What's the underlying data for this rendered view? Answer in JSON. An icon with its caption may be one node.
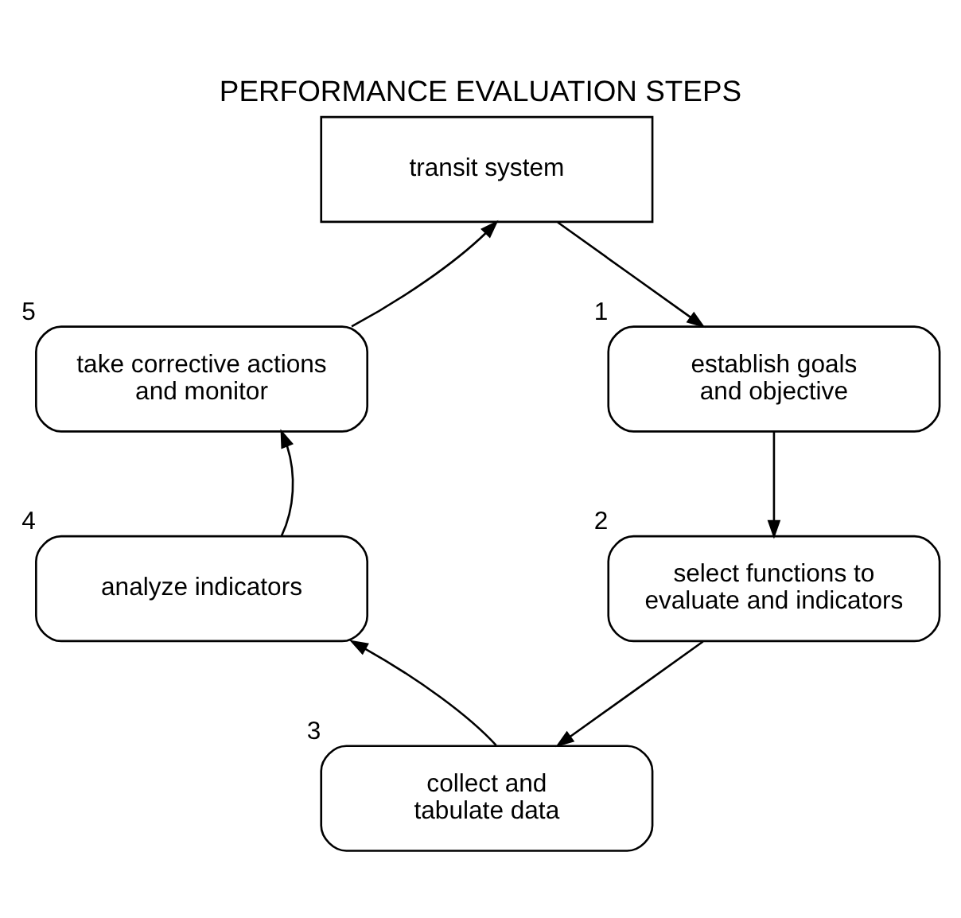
{
  "diagram": {
    "title": "PERFORMANCE EVALUATION STEPS",
    "nodes": [
      {
        "text": [
          "transit system"
        ]
      },
      {
        "text": [
          "establish goals and objective"
        ],
        "beside": [
          "1"
        ]
      },
      {
        "text": [
          "select functions to evaluate and indicators"
        ],
        "beside": [
          "2"
        ]
      },
      {
        "text": [
          "collect and tabulate data"
        ],
        "beside": [
          "3"
        ]
      },
      {
        "text": [
          "analyze indicators"
        ],
        "beside": [
          "4"
        ]
      },
      {
        "text": [
          "take corrective actions and monitor"
        ],
        "beside": [
          "5"
        ]
      }
    ],
    "edges": [
      {
        "from": 0,
        "to": 1,
        "arrow": "to"
      },
      {
        "from": 1,
        "to": 2,
        "arrow": "to"
      },
      {
        "from": 2,
        "to": 3,
        "arrow": "to"
      },
      {
        "from": 3,
        "to": 4,
        "arrow": "to"
      },
      {
        "from": 4,
        "to": 5,
        "arrow": "to"
      },
      {
        "from": 5,
        "to": 0,
        "arrow": "to"
      }
    ]
  }
}
